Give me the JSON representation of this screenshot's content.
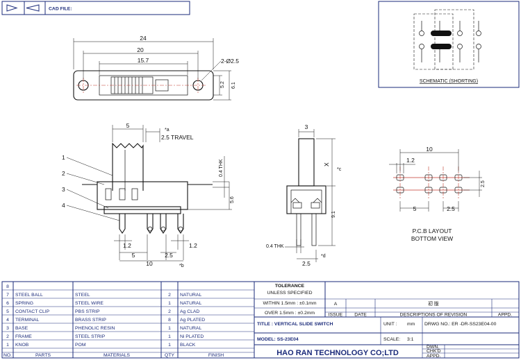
{
  "header": {
    "cad_file_label": "CAD FILE:"
  },
  "schematic": {
    "caption": "SCHEMATIC (SHORTING)"
  },
  "top_view": {
    "dim_24": "24",
    "dim_20": "20",
    "dim_15_7": "15.7",
    "hole": "2-Ø2.5",
    "dim_5_2": "5.2",
    "dim_6_1": "6.1"
  },
  "front_view": {
    "dim_5": "5",
    "note_a": "*a",
    "travel": "2.5 TRAVEL",
    "thk": "0.4 THK",
    "dim_5_6": "5.6",
    "dim_1_2_left": "1.2",
    "dim_1_2_right": "1.2",
    "dim_5_bottom": "5",
    "dim_2_5": "2.5",
    "dim_10": "10",
    "note_b": "*b",
    "callouts": [
      "1",
      "2",
      "3",
      "4"
    ]
  },
  "side_view": {
    "dim_3": "3",
    "x": "X",
    "note_c": "*c",
    "dim_9_1": "9.1",
    "thk": "0.4 THK",
    "dim_2_5": "2.5",
    "note_d": "*d"
  },
  "pcb_view": {
    "dim_10": "10",
    "dim_1_2": "1.2",
    "dim_2_5_v": "2.5",
    "dim_5": "5",
    "dim_2_5_h": "2.5",
    "caption1": "P.C.B LAYOUT",
    "caption2": "BOTTOM VIEW"
  },
  "parts_table": {
    "headers": {
      "no": "NO.",
      "parts": "PARTS",
      "materials": "MATERIALS",
      "qty": "QTY",
      "finish": "FINISH"
    },
    "rows": [
      {
        "no": "8",
        "parts": "",
        "materials": "",
        "qty": "",
        "finish": ""
      },
      {
        "no": "7",
        "parts": "STEEL BALL",
        "materials": "STEEL",
        "qty": "2",
        "finish": "NATURAL"
      },
      {
        "no": "6",
        "parts": "SPRING",
        "materials": "STEEL WIRE",
        "qty": "1",
        "finish": "NATURAL"
      },
      {
        "no": "5",
        "parts": "CONTACT CLIP",
        "materials": "PBS STRIP",
        "qty": "2",
        "finish": "Ag CLAD"
      },
      {
        "no": "4",
        "parts": "TERMINAL",
        "materials": "BRASS STRIP",
        "qty": "8",
        "finish": "Ag PLATED"
      },
      {
        "no": "3",
        "parts": "BASE",
        "materials": "PHENOLIC RESIN",
        "qty": "1",
        "finish": "NATURAL"
      },
      {
        "no": "2",
        "parts": "FRAME",
        "materials": "STEEL STRIP",
        "qty": "1",
        "finish": "Ni PLATED"
      },
      {
        "no": "1",
        "parts": "KNOB",
        "materials": "POM",
        "qty": "1",
        "finish": "BLACK"
      }
    ]
  },
  "title_block": {
    "tolerance": "TOLERANCE",
    "unless": "UNLESS SPECIFIED",
    "within": "WITHIN 1.5mm : ±0.1mm",
    "over": "OVER 1.5mm : ±0.2mm",
    "rev": "A",
    "rev_desc": "初 版",
    "issue": "ISSUE",
    "date": "DATE",
    "desc": "DESCRIPTIONS OF REVISION",
    "appd": "APPD.",
    "title": "TITLE : VERTICAL SLIDE SWITCH",
    "unit_label": "UNIT :",
    "unit": "mm",
    "drwg": "DRWG NO.: ER -DR-SS23E04-00",
    "model": "MODEL: SS-23E04",
    "scale_label": "SCALE:",
    "scale": "3:1",
    "dwn": "DWN.",
    "chkd": "CHK'D",
    "appd2": "APPD.",
    "company": "HAO RAN TECHNOLOGY CO;LTD"
  }
}
